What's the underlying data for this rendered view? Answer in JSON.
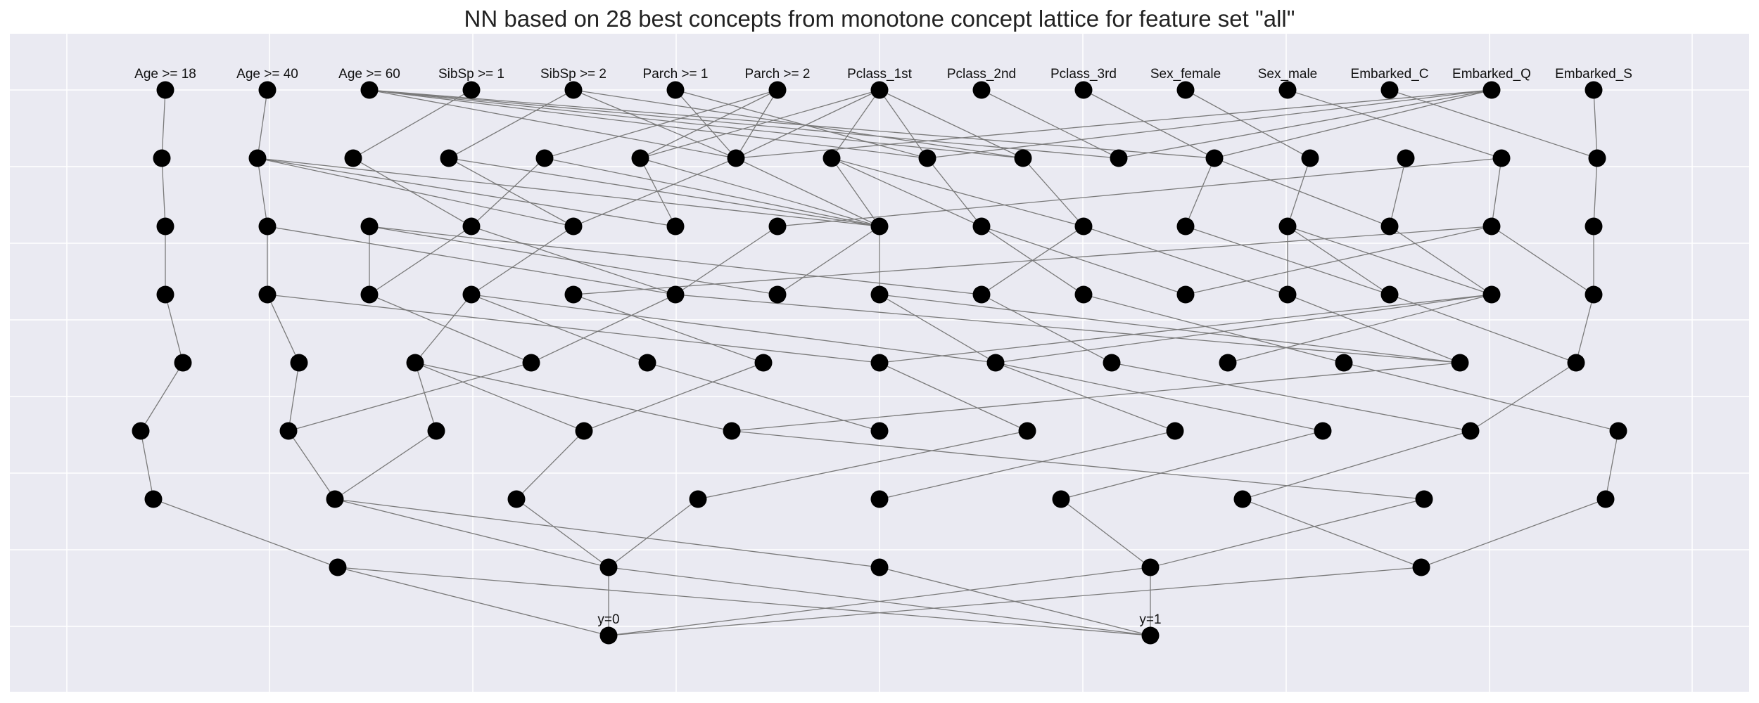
{
  "title": "NN based on 28 best concepts from monotone concept lattice for feature set \"all\"",
  "colors": {
    "background": "#eaeaf2",
    "grid": "#ffffff",
    "edge": "#7a7a7a",
    "node": "#000000"
  },
  "layers": [
    {
      "n": 15,
      "labels": [
        "Age >= 18",
        "Age >= 40",
        "Age >= 60",
        "SibSp >= 1",
        "SibSp >= 2",
        "Parch >= 1",
        "Parch >= 2",
        "Pclass_1st",
        "Pclass_2nd",
        "Pclass_3rd",
        "Sex_female",
        "Sex_male",
        "Embarked_C",
        "Embarked_Q",
        "Embarked_S"
      ]
    },
    {
      "n": 16
    },
    {
      "n": 15
    },
    {
      "n": 15
    },
    {
      "n": 13
    },
    {
      "n": 11
    },
    {
      "n": 9
    },
    {
      "n": 5
    },
    {
      "n": 2,
      "labels": [
        "y=0",
        "y=1"
      ]
    }
  ],
  "edges": [
    [
      0,
      0,
      1,
      0
    ],
    [
      0,
      1,
      1,
      1
    ],
    [
      0,
      2,
      1,
      6
    ],
    [
      0,
      2,
      1,
      8
    ],
    [
      0,
      2,
      1,
      9
    ],
    [
      0,
      2,
      1,
      10
    ],
    [
      0,
      2,
      1,
      11
    ],
    [
      0,
      3,
      1,
      2
    ],
    [
      0,
      4,
      1,
      3
    ],
    [
      0,
      4,
      1,
      6
    ],
    [
      0,
      4,
      1,
      9
    ],
    [
      0,
      5,
      1,
      6
    ],
    [
      0,
      5,
      1,
      8
    ],
    [
      0,
      6,
      1,
      4
    ],
    [
      0,
      6,
      1,
      5
    ],
    [
      0,
      6,
      1,
      6
    ],
    [
      0,
      7,
      1,
      5
    ],
    [
      0,
      7,
      1,
      6
    ],
    [
      0,
      7,
      1,
      7
    ],
    [
      0,
      7,
      1,
      8
    ],
    [
      0,
      7,
      1,
      9
    ],
    [
      0,
      8,
      1,
      10
    ],
    [
      0,
      9,
      1,
      11
    ],
    [
      0,
      10,
      1,
      12
    ],
    [
      0,
      11,
      1,
      14
    ],
    [
      0,
      12,
      1,
      15
    ],
    [
      0,
      13,
      1,
      6
    ],
    [
      0,
      13,
      1,
      8
    ],
    [
      0,
      13,
      1,
      10
    ],
    [
      0,
      13,
      1,
      11
    ],
    [
      0,
      14,
      1,
      15
    ],
    [
      1,
      0,
      2,
      0
    ],
    [
      1,
      1,
      2,
      1
    ],
    [
      1,
      1,
      2,
      4
    ],
    [
      1,
      1,
      2,
      5
    ],
    [
      1,
      1,
      2,
      7
    ],
    [
      1,
      2,
      2,
      3
    ],
    [
      1,
      3,
      2,
      4
    ],
    [
      1,
      3,
      2,
      7
    ],
    [
      1,
      4,
      2,
      3
    ],
    [
      1,
      4,
      2,
      7
    ],
    [
      1,
      5,
      2,
      5
    ],
    [
      1,
      5,
      2,
      7
    ],
    [
      1,
      6,
      2,
      4
    ],
    [
      1,
      6,
      2,
      7
    ],
    [
      1,
      7,
      2,
      7
    ],
    [
      1,
      7,
      2,
      8
    ],
    [
      1,
      7,
      2,
      9
    ],
    [
      1,
      8,
      2,
      8
    ],
    [
      1,
      9,
      2,
      9
    ],
    [
      1,
      11,
      2,
      10
    ],
    [
      1,
      11,
      2,
      12
    ],
    [
      1,
      12,
      2,
      11
    ],
    [
      1,
      13,
      2,
      12
    ],
    [
      1,
      14,
      2,
      6
    ],
    [
      1,
      14,
      2,
      13
    ],
    [
      1,
      15,
      2,
      14
    ],
    [
      2,
      0,
      3,
      0
    ],
    [
      2,
      1,
      3,
      1
    ],
    [
      2,
      1,
      3,
      5
    ],
    [
      2,
      2,
      3,
      2
    ],
    [
      2,
      2,
      3,
      6
    ],
    [
      2,
      2,
      3,
      8
    ],
    [
      2,
      3,
      3,
      2
    ],
    [
      2,
      3,
      3,
      5
    ],
    [
      2,
      4,
      3,
      3
    ],
    [
      2,
      6,
      3,
      5
    ],
    [
      2,
      7,
      3,
      6
    ],
    [
      2,
      7,
      3,
      7
    ],
    [
      2,
      8,
      3,
      10
    ],
    [
      2,
      8,
      3,
      9
    ],
    [
      2,
      9,
      3,
      11
    ],
    [
      2,
      9,
      3,
      8
    ],
    [
      2,
      10,
      3,
      12
    ],
    [
      2,
      11,
      3,
      11
    ],
    [
      2,
      11,
      3,
      12
    ],
    [
      2,
      11,
      3,
      13
    ],
    [
      2,
      12,
      3,
      13
    ],
    [
      2,
      13,
      3,
      14
    ],
    [
      2,
      13,
      3,
      4
    ],
    [
      2,
      13,
      3,
      10
    ],
    [
      2,
      14,
      3,
      14
    ],
    [
      3,
      0,
      4,
      0
    ],
    [
      3,
      1,
      4,
      1
    ],
    [
      3,
      1,
      4,
      6
    ],
    [
      3,
      2,
      4,
      3
    ],
    [
      3,
      3,
      4,
      2
    ],
    [
      3,
      3,
      4,
      4
    ],
    [
      3,
      3,
      4,
      7
    ],
    [
      3,
      4,
      4,
      5
    ],
    [
      3,
      5,
      4,
      3
    ],
    [
      3,
      5,
      4,
      11
    ],
    [
      3,
      7,
      4,
      7
    ],
    [
      3,
      7,
      4,
      11
    ],
    [
      3,
      8,
      4,
      8
    ],
    [
      3,
      9,
      4,
      10
    ],
    [
      3,
      11,
      4,
      11
    ],
    [
      3,
      12,
      4,
      12
    ],
    [
      3,
      13,
      4,
      9
    ],
    [
      3,
      13,
      4,
      6
    ],
    [
      3,
      13,
      4,
      7
    ],
    [
      3,
      14,
      4,
      12
    ],
    [
      4,
      0,
      5,
      0
    ],
    [
      4,
      1,
      5,
      1
    ],
    [
      4,
      2,
      5,
      2
    ],
    [
      4,
      2,
      5,
      3
    ],
    [
      4,
      2,
      5,
      4
    ],
    [
      4,
      3,
      5,
      1
    ],
    [
      4,
      4,
      5,
      5
    ],
    [
      4,
      5,
      5,
      3
    ],
    [
      4,
      6,
      5,
      6
    ],
    [
      4,
      7,
      5,
      7
    ],
    [
      4,
      7,
      5,
      8
    ],
    [
      4,
      8,
      5,
      9
    ],
    [
      4,
      10,
      5,
      10
    ],
    [
      4,
      11,
      5,
      4
    ],
    [
      4,
      12,
      5,
      9
    ],
    [
      5,
      0,
      6,
      0
    ],
    [
      5,
      1,
      6,
      1
    ],
    [
      5,
      2,
      6,
      1
    ],
    [
      5,
      3,
      6,
      2
    ],
    [
      5,
      6,
      6,
      3
    ],
    [
      5,
      7,
      6,
      4
    ],
    [
      5,
      8,
      6,
      5
    ],
    [
      5,
      9,
      6,
      6
    ],
    [
      5,
      10,
      6,
      8
    ],
    [
      5,
      4,
      6,
      7
    ],
    [
      6,
      0,
      7,
      0
    ],
    [
      6,
      1,
      7,
      1
    ],
    [
      6,
      1,
      7,
      2
    ],
    [
      6,
      2,
      7,
      1
    ],
    [
      6,
      3,
      7,
      1
    ],
    [
      6,
      5,
      7,
      3
    ],
    [
      6,
      6,
      7,
      4
    ],
    [
      6,
      7,
      7,
      3
    ],
    [
      6,
      8,
      7,
      4
    ],
    [
      7,
      0,
      8,
      0
    ],
    [
      7,
      0,
      8,
      1
    ],
    [
      7,
      1,
      8,
      0
    ],
    [
      7,
      1,
      8,
      1
    ],
    [
      7,
      2,
      8,
      1
    ],
    [
      7,
      3,
      8,
      0
    ],
    [
      7,
      3,
      8,
      1
    ],
    [
      7,
      4,
      8,
      0
    ]
  ]
}
